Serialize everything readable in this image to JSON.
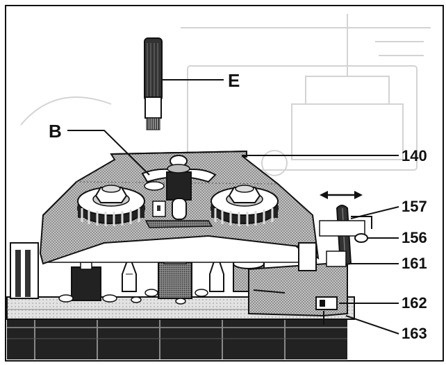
{
  "diagram": {
    "callouts": [
      {
        "id": "E",
        "label": "E"
      },
      {
        "id": "B",
        "label": "B"
      },
      {
        "id": "140",
        "label": "140"
      },
      {
        "id": "157",
        "label": "157"
      },
      {
        "id": "156",
        "label": "156"
      },
      {
        "id": "161",
        "label": "161"
      },
      {
        "id": "162",
        "label": "162"
      },
      {
        "id": "163",
        "label": "163"
      }
    ]
  },
  "colors": {
    "ink": "#111111",
    "paper": "#ffffff",
    "stipple": "#9a9a9a",
    "dark_fill": "#555555",
    "faint_background": "#d8d8d8"
  }
}
